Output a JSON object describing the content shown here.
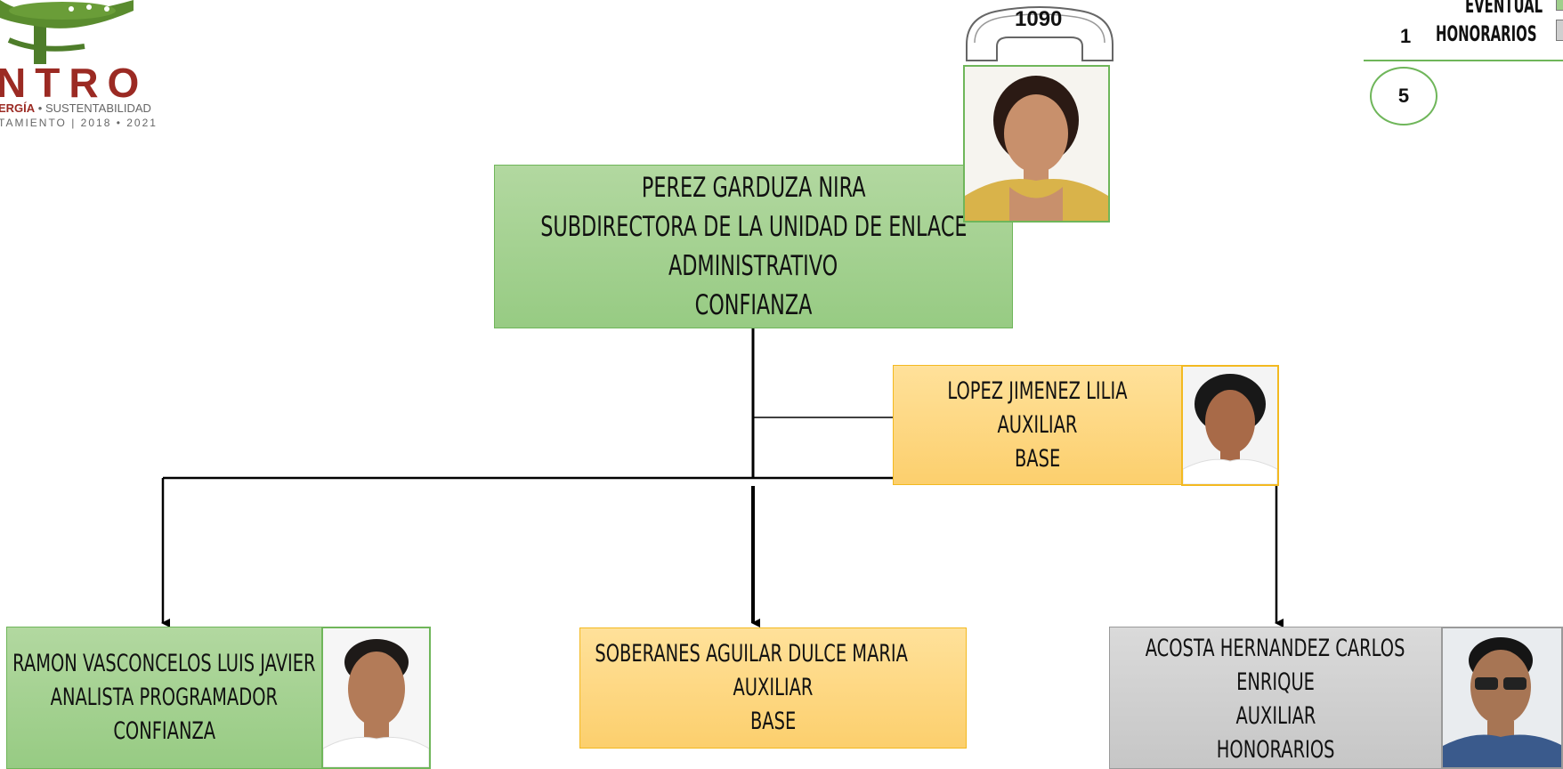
{
  "logo": {
    "wordmark": "NTRO",
    "tagline_bold": "ERGÍA",
    "tagline_rest": " • SUSTENTABILIDAD",
    "period": "TAMIENTO | 2018 • 2021"
  },
  "phone": {
    "extension": "1090"
  },
  "legend": {
    "eventual_label": "EVENTUAL",
    "honorarios_count": "1",
    "honorarios_label": "HONORARIOS",
    "total": "5"
  },
  "nodes": {
    "head": {
      "name": "PEREZ GARDUZA NIRA",
      "title_line1": "SUBDIRECTORA DE LA UNIDAD DE ENLACE",
      "title_line2": "ADMINISTRATIVO",
      "type": "CONFIANZA"
    },
    "assistant": {
      "name": "LOPEZ JIMENEZ LILIA",
      "title": "AUXILIAR",
      "type": "BASE"
    },
    "left": {
      "name": "RAMON VASCONCELOS LUIS JAVIER",
      "title": "ANALISTA PROGRAMADOR",
      "type": "CONFIANZA"
    },
    "center": {
      "name": "SOBERANES AGUILAR DULCE MARIA",
      "title": "AUXILIAR",
      "type": "BASE"
    },
    "right": {
      "name_line1": "ACOSTA HERNANDEZ CARLOS",
      "name_line2": "ENRIQUE",
      "title": "AUXILIAR",
      "type": "HONORARIOS"
    }
  },
  "colors": {
    "confianza": "#9fcf8c",
    "base": "#fdd67f",
    "honorarios": "#cfcfcf",
    "logo_red": "#9b2a23",
    "logo_green": "#4e7d2a"
  }
}
